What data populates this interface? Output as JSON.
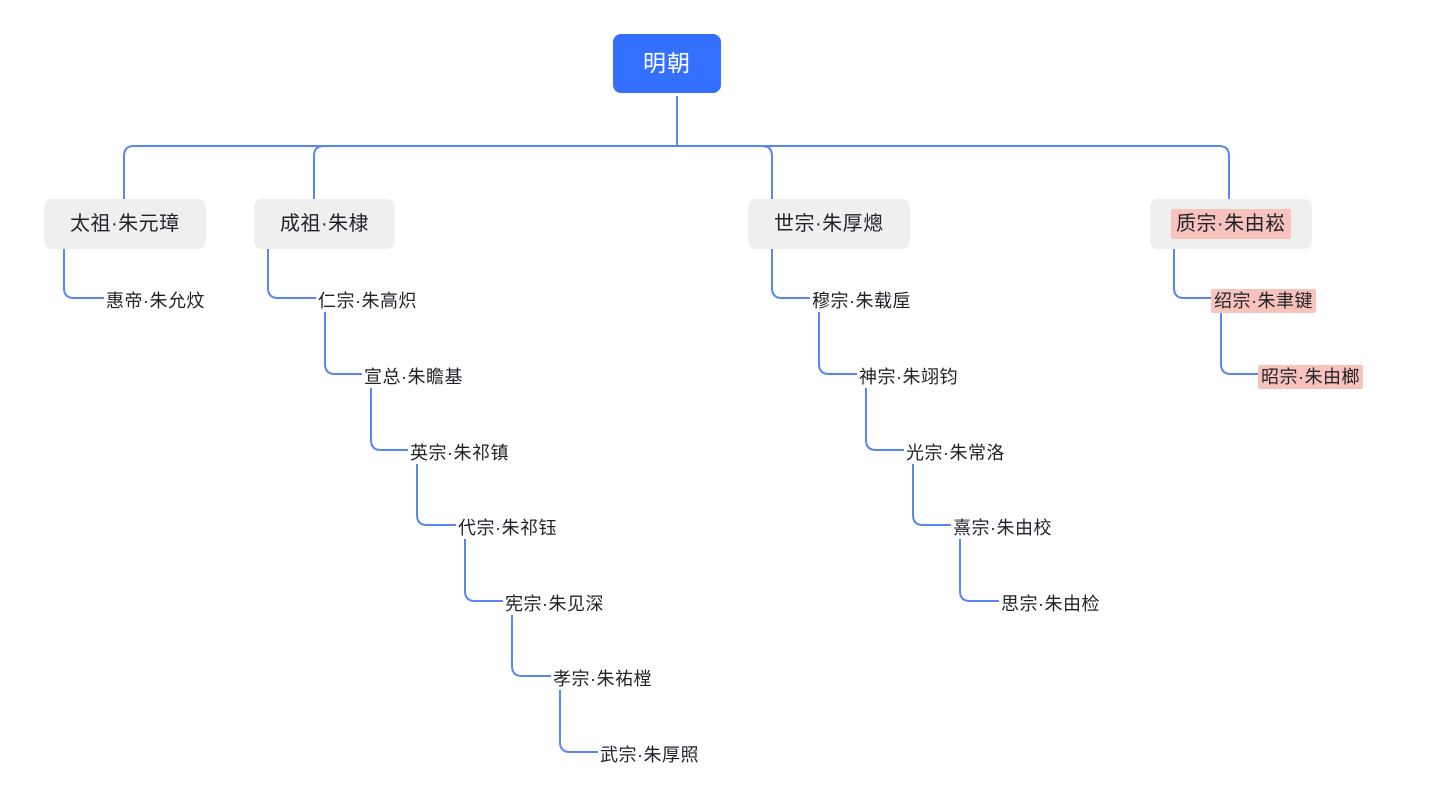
{
  "diagram": {
    "type": "tree",
    "title": "明朝",
    "orientation": "top-down-then-cascade",
    "colors": {
      "root_bg": "#3370FF",
      "root_text": "#FFFFFF",
      "node_bg": "#EFEFF0",
      "node_text": "#1F2329",
      "connector": "#5A86F5",
      "highlight_bg": "#F8C3BC",
      "canvas_bg": "#FFFFFF"
    }
  },
  "root": {
    "label": "明朝",
    "highlighted": false
  },
  "branches": [
    {
      "name": "taizu-branch",
      "head": {
        "label": "太祖·朱元璋",
        "highlighted": false
      },
      "chain": [
        {
          "label": "惠帝·朱允炆",
          "highlighted": false
        }
      ]
    },
    {
      "name": "chengzu-branch",
      "head": {
        "label": "成祖·朱棣",
        "highlighted": false
      },
      "chain": [
        {
          "label": "仁宗·朱高炽",
          "highlighted": false
        },
        {
          "label": "宣总·朱瞻基",
          "highlighted": false
        },
        {
          "label": "英宗·朱祁镇",
          "highlighted": false
        },
        {
          "label": "代宗·朱祁钰",
          "highlighted": false
        },
        {
          "label": "宪宗·朱见深",
          "highlighted": false
        },
        {
          "label": "孝宗·朱祐樘",
          "highlighted": false
        },
        {
          "label": "武宗·朱厚照",
          "highlighted": false
        }
      ]
    },
    {
      "name": "shizong-branch",
      "head": {
        "label": "世宗·朱厚熜",
        "highlighted": false
      },
      "chain": [
        {
          "label": "穆宗·朱载垕",
          "highlighted": false
        },
        {
          "label": "神宗·朱翊钧",
          "highlighted": false
        },
        {
          "label": "光宗·朱常洛",
          "highlighted": false
        },
        {
          "label": "熹宗·朱由校",
          "highlighted": false
        },
        {
          "label": "思宗·朱由检",
          "highlighted": false
        }
      ]
    },
    {
      "name": "zhizong-branch",
      "head": {
        "label": "质宗·朱由崧",
        "highlighted": true
      },
      "chain": [
        {
          "label": "绍宗·朱聿键",
          "highlighted": true
        },
        {
          "label": "昭宗·朱由榔",
          "highlighted": true
        }
      ]
    }
  ]
}
